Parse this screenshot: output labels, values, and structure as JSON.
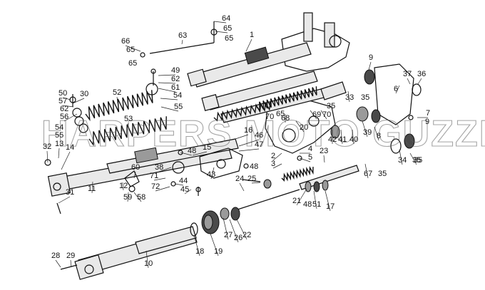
{
  "watermark": "HARPERS MOTO GUZZI ©",
  "labels": [
    "1",
    "2",
    "3",
    "4",
    "5",
    "6",
    "7",
    "8",
    "9",
    "10",
    "11",
    "12",
    "13",
    "14",
    "15",
    "16",
    "17",
    "18",
    "19",
    "20",
    "21",
    "22",
    "23",
    "24",
    "25",
    "26",
    "27",
    "28",
    "29",
    "30",
    "31",
    "32",
    "33",
    "34",
    "35",
    "36",
    "37",
    "38",
    "39",
    "40",
    "41",
    "42",
    "43",
    "44",
    "45",
    "46",
    "47",
    "48",
    "49",
    "50",
    "51",
    "52",
    "53",
    "54",
    "55",
    "56",
    "57",
    "58",
    "59",
    "60",
    "61",
    "62",
    "63",
    "64",
    "65",
    "66",
    "67",
    "68",
    "69",
    "70",
    "71",
    "72"
  ],
  "colors": {
    "line": "#111111",
    "watermark": "#5a5a5a",
    "background": "#ffffff"
  }
}
